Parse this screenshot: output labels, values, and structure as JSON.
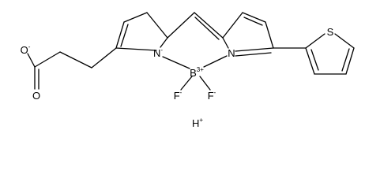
{
  "structure": {
    "atoms": {
      "carboxylate_oxygen": {
        "symbol": "O",
        "superscript": "-"
      },
      "carbonyl_oxygen": {
        "symbol": "O"
      },
      "pyrrole_nitrogen_left": {
        "symbol": "N",
        "superscript": "-"
      },
      "pyrrole_nitrogen_right": {
        "symbol": "N"
      },
      "boron": {
        "symbol": "B",
        "superscript": "3+"
      },
      "fluorine_left": {
        "symbol": "F",
        "superscript": "-"
      },
      "fluorine_right": {
        "symbol": "F",
        "superscript": "-"
      },
      "thiophene_sulfur": {
        "symbol": "S"
      }
    },
    "counterion": {
      "symbol": "H",
      "superscript": "+"
    }
  }
}
